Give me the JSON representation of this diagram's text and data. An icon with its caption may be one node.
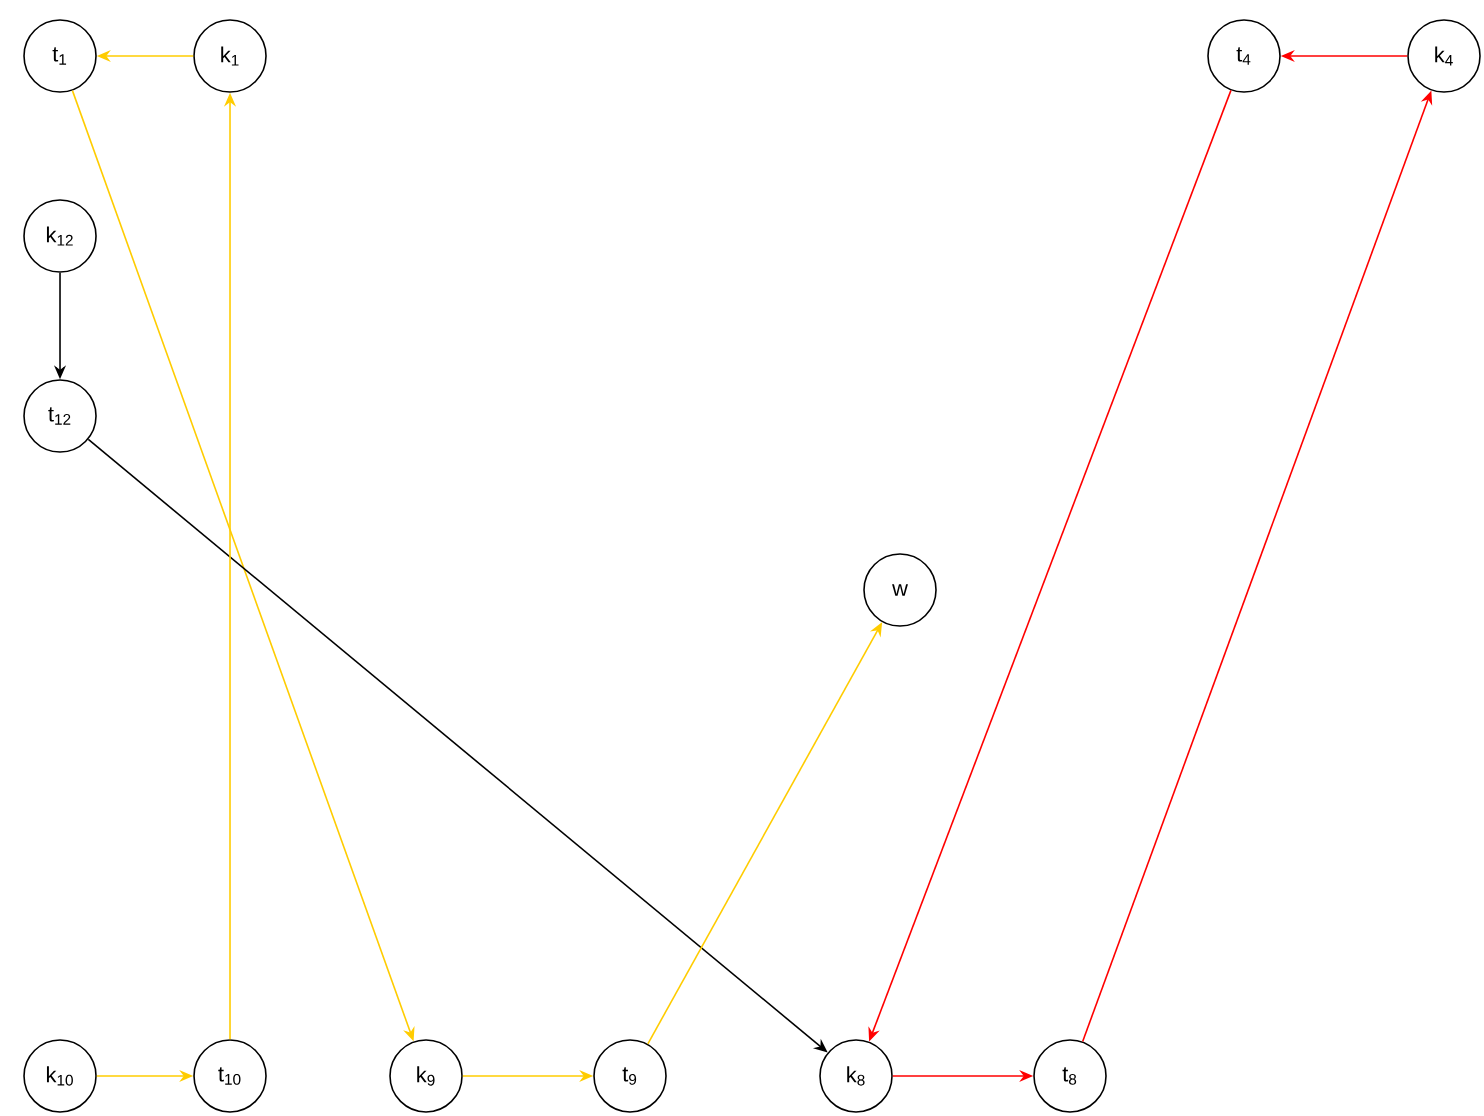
{
  "diagram": {
    "nodes": [
      {
        "text": [
          "t$_{1}$"
        ]
      },
      {
        "text": [
          "k$_{1}$"
        ]
      },
      {
        "text": [
          "k$_{12}$"
        ]
      },
      {
        "text": [
          "t$_{12}$"
        ]
      },
      {
        "text": [
          "w"
        ]
      },
      {
        "text": [
          "t$_{4}$"
        ]
      },
      {
        "text": [
          "k$_{4}$"
        ]
      },
      {
        "text": [
          "k$_{10}$"
        ]
      },
      {
        "text": [
          "t$_{10}$"
        ]
      },
      {
        "text": [
          "k$_{9}$"
        ]
      },
      {
        "text": [
          "t$_{9}$"
        ]
      },
      {
        "text": [
          "k$_{8}$"
        ]
      },
      {
        "text": [
          "t$_{8}$"
        ]
      }
    ],
    "edges": [
      {
        "from": 1,
        "to": 0,
        "arrow": "to",
        "color": "#ffcc00"
      },
      {
        "from": 0,
        "to": 9,
        "arrow": "to",
        "color": "#ffcc00"
      },
      {
        "from": 2,
        "to": 3,
        "arrow": "to",
        "color": "#000000"
      },
      {
        "from": 3,
        "to": 11,
        "arrow": "to",
        "color": "#000000"
      },
      {
        "from": 7,
        "to": 8,
        "arrow": "to",
        "color": "#ffcc00"
      },
      {
        "from": 8,
        "to": 1,
        "arrow": "to",
        "color": "#ffcc00"
      },
      {
        "from": 9,
        "to": 10,
        "arrow": "to",
        "color": "#ffcc00"
      },
      {
        "from": 10,
        "to": 4,
        "arrow": "to",
        "color": "#ffcc00"
      },
      {
        "from": 11,
        "to": 12,
        "arrow": "to",
        "color": "#ff0000"
      },
      {
        "from": 12,
        "to": 6,
        "arrow": "to",
        "color": "#ff0000"
      },
      {
        "from": 6,
        "to": 5,
        "arrow": "to",
        "color": "#ff0000"
      },
      {
        "from": 5,
        "to": 11,
        "arrow": "to",
        "color": "#ff0000"
      }
    ]
  }
}
